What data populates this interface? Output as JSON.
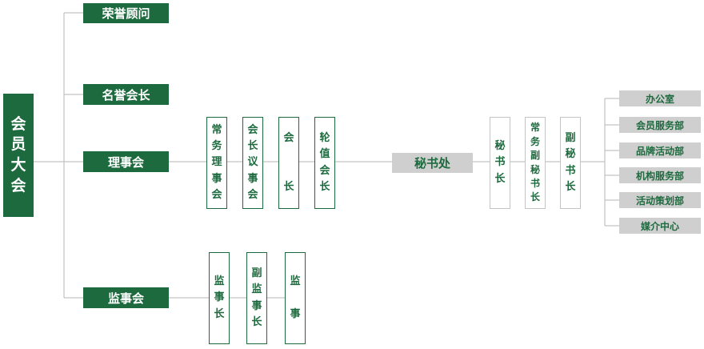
{
  "colors": {
    "green": "#1d6a3e",
    "grey": "#cfcfcf",
    "line": "#b5b5b5"
  },
  "root": {
    "label": "会\n员\n大\n会"
  },
  "level1": {
    "honorary_advisor": "荣誉顾问",
    "honorary_president": "名誉会长",
    "council": "理事会",
    "supervisory_board": "监事会"
  },
  "council_members": {
    "standing_council": "常\n务\n理\n事\n会",
    "president_meeting": "会\n长\n议\n事\n会",
    "president": "会\n\n\n长",
    "rotating_president": "轮\n值\n会\n长"
  },
  "secretariat": {
    "label": "秘书处"
  },
  "secretariat_members": {
    "secretary_general": "秘\n书\n长",
    "exec_deputy_secretary_general": "常\n务\n副\n秘\n书\n长",
    "deputy_secretary_general": "副\n秘\n书\n长"
  },
  "departments": [
    "办公室",
    "会员服务部",
    "品牌活动部",
    "机构服务部",
    "活动策划部",
    "媒介中心"
  ],
  "supervisory_members": {
    "chief_supervisor": "监\n事\n长",
    "deputy_chief_supervisor": "副\n监\n事\n长",
    "supervisor": "监\n\n事"
  }
}
